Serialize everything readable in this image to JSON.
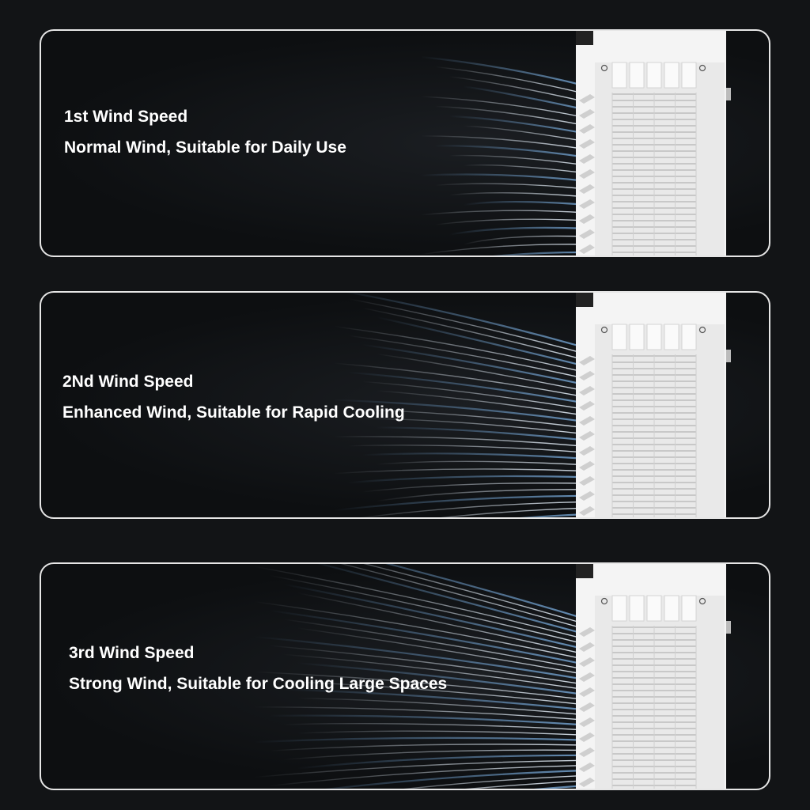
{
  "panels": [
    {
      "title": "1st Wind Speed",
      "description": "Normal Wind, Suitable for Daily Use",
      "wind_intensity": 1,
      "device_icon": "air-cooler-icon"
    },
    {
      "title": "2Nd Wind Speed",
      "description": "Enhanced Wind, Suitable for Rapid Cooling",
      "wind_intensity": 2,
      "device_icon": "air-cooler-icon"
    },
    {
      "title": "3rd Wind Speed",
      "description": "Strong Wind, Suitable for Cooling Large Spaces",
      "wind_intensity": 3,
      "device_icon": "air-cooler-icon"
    }
  ],
  "colors": {
    "background": "#121416",
    "panel_border": "#e6e6e6",
    "text": "#ffffff",
    "device_body": "#f4f4f4",
    "wind_light": "#dfe9f3",
    "wind_blue": "#6f9dc9"
  }
}
